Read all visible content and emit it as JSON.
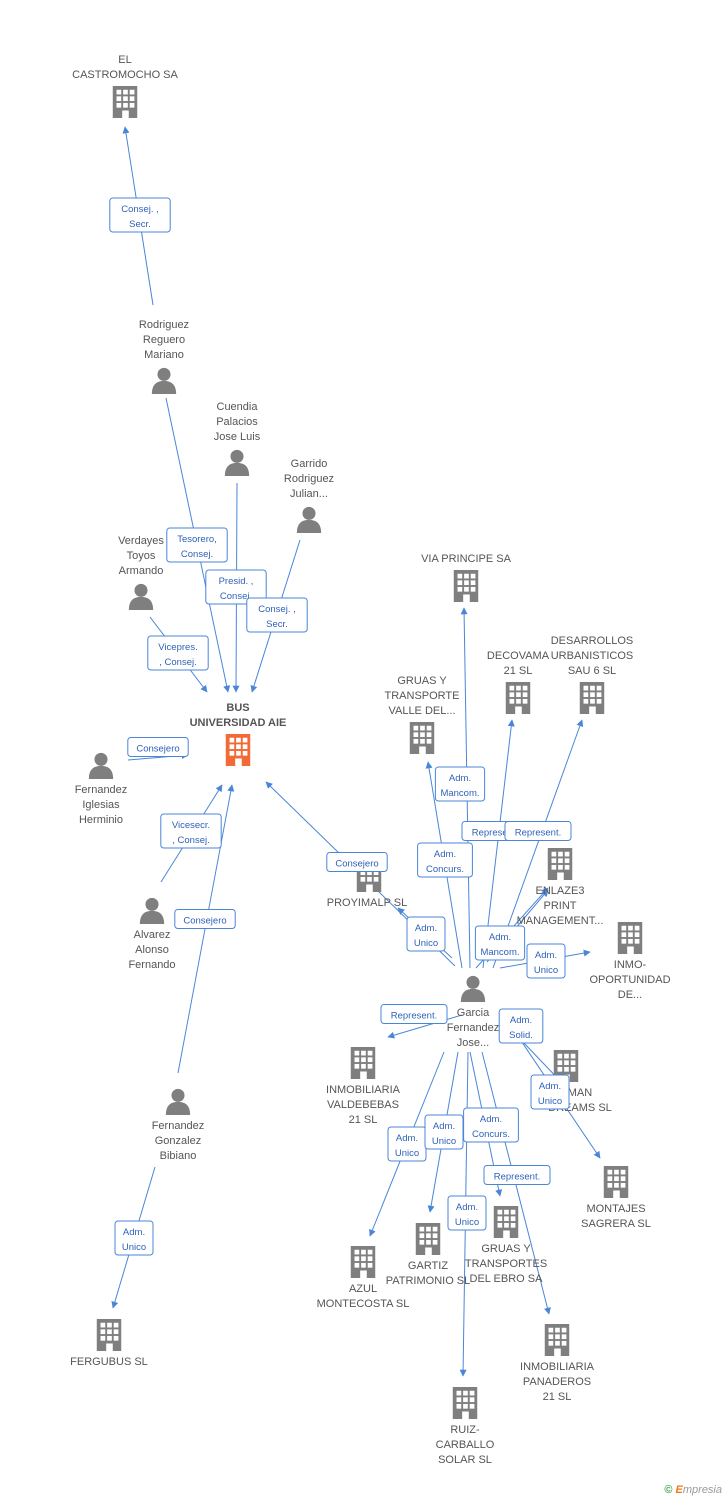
{
  "colors": {
    "company": "#7f7f7f",
    "main_company": "#f26a35",
    "person": "#7f7f7f",
    "edge": "#4a86d8",
    "edge_label_text": "#2f62b8"
  },
  "nodes": [
    {
      "id": "castromocho",
      "type": "company",
      "icon": "building-icon",
      "label": [
        "EL",
        "CASTROMOCHO SA"
      ]
    },
    {
      "id": "reguero",
      "type": "person",
      "icon": "person-icon",
      "label": [
        "Rodriguez",
        "Reguero",
        "Mariano"
      ]
    },
    {
      "id": "cuendia",
      "type": "person",
      "icon": "person-icon",
      "label": [
        "Cuendia",
        "Palacios",
        "Jose Luis"
      ]
    },
    {
      "id": "garrido",
      "type": "person",
      "icon": "person-icon",
      "label": [
        "Garrido",
        "Rodriguez",
        "Julian..."
      ]
    },
    {
      "id": "verdayes",
      "type": "person",
      "icon": "person-icon",
      "label": [
        "Verdayes",
        "Toyos",
        "Armando"
      ]
    },
    {
      "id": "bus",
      "type": "main",
      "icon": "building-icon",
      "label": [
        "BUS",
        "UNIVERSIDAD AIE"
      ]
    },
    {
      "id": "iglesias",
      "type": "person",
      "icon": "person-icon",
      "label": [
        "Fernandez",
        "Iglesias",
        "Herminio"
      ]
    },
    {
      "id": "alvarez",
      "type": "person",
      "icon": "person-icon",
      "label": [
        "Alvarez",
        "Alonso",
        "Fernando"
      ]
    },
    {
      "id": "bibiano",
      "type": "person",
      "icon": "person-icon",
      "label": [
        "Fernandez",
        "Gonzalez",
        "Bibiano"
      ]
    },
    {
      "id": "fergubus",
      "type": "company",
      "icon": "building-icon",
      "label": [
        "FERGUBUS SL"
      ]
    },
    {
      "id": "viaprincipe",
      "type": "company",
      "icon": "building-icon",
      "label": [
        "VIA PRINCIPE SA"
      ]
    },
    {
      "id": "decovama",
      "type": "company",
      "icon": "building-icon",
      "label": [
        "DECOVAMA",
        "21 SL"
      ]
    },
    {
      "id": "desarrollos",
      "type": "company",
      "icon": "building-icon",
      "label": [
        "DESARROLLOS",
        "URBANISTICOS",
        "SAU 6 SL"
      ]
    },
    {
      "id": "gruasvalle",
      "type": "company",
      "icon": "building-icon",
      "label": [
        "GRUAS Y",
        "TRANSPORTE",
        "VALLE DEL..."
      ]
    },
    {
      "id": "enlaze",
      "type": "company",
      "icon": "building-icon",
      "label": [
        "ENLAZE3",
        "PRINT",
        "MANAGEMENT..."
      ]
    },
    {
      "id": "proyimalp",
      "type": "company",
      "icon": "building-icon",
      "label": [
        "PROYIMALP SL"
      ]
    },
    {
      "id": "inmoop",
      "type": "company",
      "icon": "building-icon",
      "label": [
        "INMO-",
        "OPORTUNIDAD",
        "DE..."
      ]
    },
    {
      "id": "garcia",
      "type": "person",
      "icon": "person-icon",
      "label": [
        "Garcia",
        "Fernandez",
        "Jose..."
      ]
    },
    {
      "id": "valdebebas",
      "type": "company",
      "icon": "building-icon",
      "label": [
        "INMOBILIARIA",
        "VALDEBEBAS",
        "21 SL"
      ]
    },
    {
      "id": "dreams",
      "type": "company",
      "icon": "building-icon",
      "label": [
        "MAN",
        "DREAMS SL"
      ]
    },
    {
      "id": "montajes",
      "type": "company",
      "icon": "building-icon",
      "label": [
        "MONTAJES",
        "SAGRERA SL"
      ]
    },
    {
      "id": "azul",
      "type": "company",
      "icon": "building-icon",
      "label": [
        "AZUL",
        "MONTECOSTA SL"
      ]
    },
    {
      "id": "gartiz",
      "type": "company",
      "icon": "building-icon",
      "label": [
        "GARTIZ",
        "PATRIMONIO SL"
      ]
    },
    {
      "id": "gruasebro",
      "type": "company",
      "icon": "building-icon",
      "label": [
        "GRUAS Y",
        "TRANSPORTES",
        "DEL EBRO SA"
      ]
    },
    {
      "id": "panaderos",
      "type": "company",
      "icon": "building-icon",
      "label": [
        "INMOBILIARIA",
        "PANADEROS",
        "21 SL"
      ]
    },
    {
      "id": "ruiz",
      "type": "company",
      "icon": "building-icon",
      "label": [
        "RUIZ-",
        "CARBALLO",
        "SOLAR SL"
      ]
    }
  ],
  "edges": [
    {
      "id": "e1",
      "from": "reguero",
      "to": "castromocho",
      "label": [
        "Consej. ,",
        "Secr."
      ]
    },
    {
      "id": "e2",
      "from": "reguero",
      "to": "bus",
      "label": [
        "Tesorero,",
        "Consej."
      ]
    },
    {
      "id": "e3",
      "from": "cuendia",
      "to": "bus",
      "label": [
        "Presid. ,",
        "Consej."
      ]
    },
    {
      "id": "e4",
      "from": "garrido",
      "to": "bus",
      "label": [
        "Consej. ,",
        "Secr."
      ]
    },
    {
      "id": "e5",
      "from": "verdayes",
      "to": "bus",
      "label": [
        "Vicepres.",
        ", Consej."
      ]
    },
    {
      "id": "e6",
      "from": "iglesias",
      "to": "bus",
      "label": [
        "Consejero"
      ]
    },
    {
      "id": "e7",
      "from": "alvarez",
      "to": "bus",
      "label": [
        "Vicesecr.",
        ", Consej."
      ]
    },
    {
      "id": "e8",
      "from": "bibiano",
      "to": "bus",
      "label": [
        "Consejero"
      ]
    },
    {
      "id": "e9",
      "from": "garcia",
      "to": "bus",
      "label": [
        "Consejero"
      ]
    },
    {
      "id": "e10",
      "from": "bibiano",
      "to": "fergubus",
      "label": [
        "Adm.",
        "Unico"
      ]
    },
    {
      "id": "e11",
      "from": "garcia",
      "to": "viaprincipe",
      "label": []
    },
    {
      "id": "e12",
      "from": "garcia",
      "to": "decovama",
      "label": [
        "Represent."
      ]
    },
    {
      "id": "e13",
      "from": "garcia",
      "to": "desarrollos",
      "label": [
        "Represent."
      ]
    },
    {
      "id": "e14",
      "from": "garcia",
      "to": "gruasvalle",
      "label": [
        "Adm.",
        "Mancom."
      ]
    },
    {
      "id": "e15",
      "from": "garcia",
      "to": "enlaze",
      "label": [
        "Adm.",
        "Concurs."
      ]
    },
    {
      "id": "e16",
      "from": "garcia",
      "to": "proyimalp",
      "label": [
        "Adm.",
        "Unico"
      ]
    },
    {
      "id": "e17",
      "from": "garcia",
      "to": "inmoop",
      "label": [
        "Adm.",
        "Unico"
      ]
    },
    {
      "id": "e18",
      "from": "garcia",
      "to": "enlaze",
      "label": [
        "Adm.",
        "Mancom."
      ]
    },
    {
      "id": "e19",
      "from": "garcia",
      "to": "valdebebas",
      "label": [
        "Represent."
      ]
    },
    {
      "id": "e20",
      "from": "garcia",
      "to": "dreams",
      "label": [
        "Adm.",
        "Solid."
      ]
    },
    {
      "id": "e21",
      "from": "garcia",
      "to": "montajes",
      "label": [
        "Adm.",
        "Unico"
      ]
    },
    {
      "id": "e22",
      "from": "garcia",
      "to": "azul",
      "label": [
        "Adm.",
        "Unico"
      ]
    },
    {
      "id": "e23",
      "from": "garcia",
      "to": "gartiz",
      "label": [
        "Adm.",
        "Unico"
      ]
    },
    {
      "id": "e24",
      "from": "garcia",
      "to": "gruasebro",
      "label": [
        "Adm.",
        "Concurs."
      ]
    },
    {
      "id": "e25",
      "from": "garcia",
      "to": "panaderos",
      "label": [
        "Represent."
      ]
    },
    {
      "id": "e26",
      "from": "garcia",
      "to": "ruiz",
      "label": [
        "Adm.",
        "Unico"
      ]
    }
  ],
  "brand": {
    "copyright": "©",
    "e": "E",
    "rest": "mpresia"
  }
}
